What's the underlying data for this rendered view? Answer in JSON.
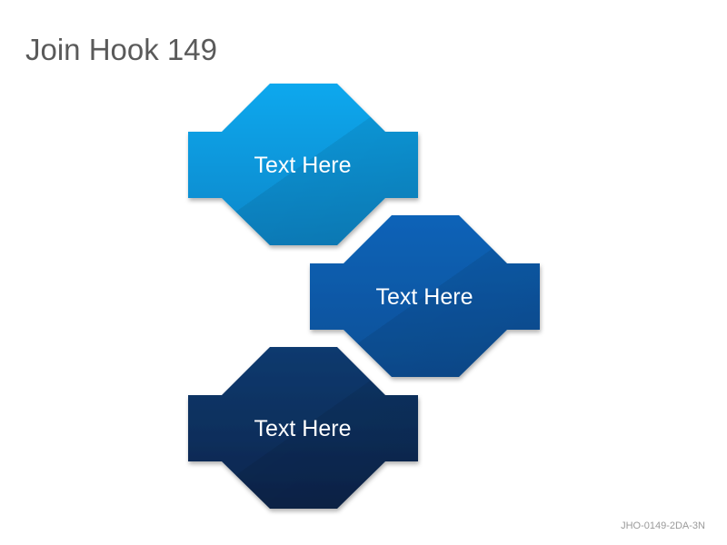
{
  "title": "Join Hook 149",
  "footer_code": "JHO-0149-2DA-3N",
  "shapes": [
    {
      "label": "Text Here",
      "color_top": "#0ea8ee",
      "color_bottom": "#0b86c8"
    },
    {
      "label": "Text Here",
      "color_top": "#0a63b8",
      "color_bottom": "#084f96"
    },
    {
      "label": "Text Here",
      "color_top": "#0f3a6f",
      "color_bottom": "#08254c"
    }
  ]
}
